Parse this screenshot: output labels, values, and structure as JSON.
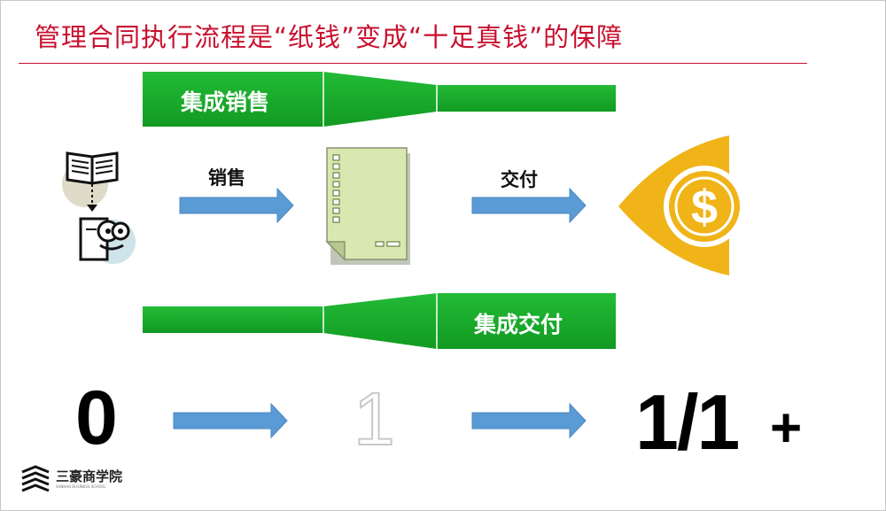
{
  "title": "管理合同执行流程是“纸钱”变成“十足真钱”的保障",
  "bands": {
    "top_label": "集成销售",
    "bottom_label": "集成交付"
  },
  "flow": {
    "step1_label": "销售",
    "step2_label": "交付"
  },
  "numbers": {
    "start": "0",
    "middle": "1",
    "end": "1/1",
    "end_plus": "+"
  },
  "logo": {
    "name": "三豪商学院",
    "sub": "SANHAO BUSINESS SCHOOL"
  },
  "colors": {
    "title_red": "#c8102e",
    "band_green": "#1aad2c",
    "arrow_blue": "#5b9bd5",
    "coin_gold": "#f0b418",
    "document_green": "#d9e8b0"
  },
  "icons": {
    "book": "open-book-icon",
    "person": "reading-person-icon",
    "document": "contract-document-icon",
    "money": "dollar-coin-icon"
  }
}
